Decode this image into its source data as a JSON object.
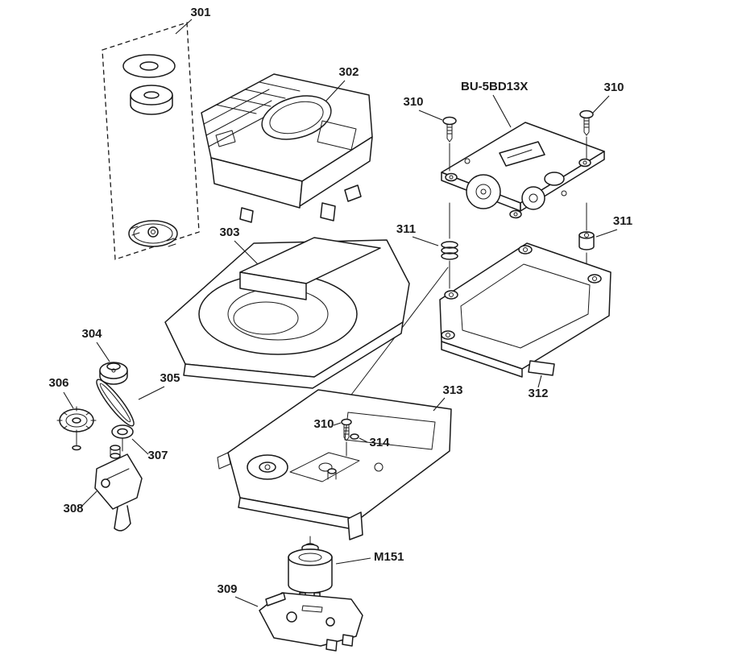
{
  "colors": {
    "ink": "#1a1a1a",
    "background": "#ffffff"
  },
  "figure": {
    "callouts": {
      "c301": "301",
      "c302": "302",
      "c303": "303",
      "c304": "304",
      "c305": "305",
      "c306": "306",
      "c307": "307",
      "c308": "308",
      "c309": "309",
      "c310": "310",
      "c311": "311",
      "c312": "312",
      "c313": "313",
      "c314": "314",
      "model": "BU-5BD13X",
      "motor": "M151"
    }
  }
}
